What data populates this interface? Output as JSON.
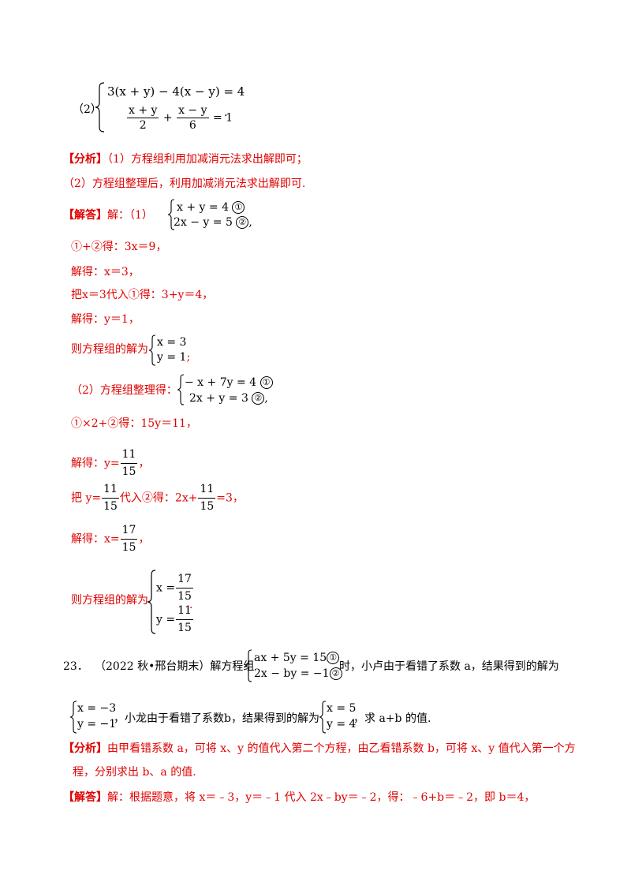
{
  "p2": {
    "label": "（2）",
    "eq1": "3(x + y) − 4(x − y) = 4",
    "f1_num": "x + y",
    "f1_den": "2",
    "plus": "+",
    "f2_num": "x − y",
    "f2_den": "6",
    "eq2_rhs": "= 1",
    "dot": "."
  },
  "analysis": {
    "tag": "【分析】",
    "line1": "（1）方程组利用加减消元法求出解即可；",
    "line2": "（2）方程组整理后，利用加减消元法求出解即可."
  },
  "solution1": {
    "tag": "【解答】",
    "intro": "解：（1）",
    "s_eq1": "x + y = 4",
    "s_eq2": "2x − y = 5",
    "c1": "①",
    "c2": "②",
    "comma": ",",
    "step1": "①+②得：3x＝9，",
    "step2": "解得：x＝3，",
    "step3": "把x＝3代入①得：3+y＝4，",
    "step4": "解得：y＝1，",
    "result_text": "则方程组的解为",
    "r1": "x = 3",
    "r2": "y = 1",
    "semi": ";"
  },
  "solution2": {
    "intro": "（2）方程组整理得：",
    "s_eq1": "− x + 7y = 4",
    "s_eq2": "2x + y = 3",
    "step1": "①×2+②得：15y＝11，",
    "step2_pre": "解得：y=",
    "frac_num": "11",
    "frac_den": "15",
    "step2_post": "，",
    "step3_pre": "把 y=",
    "step3_mid": "代入②得：2x+",
    "step3_post": "=3，",
    "step4_pre": "解得：x=",
    "x_num": "17",
    "x_den": "15",
    "result_text": "则方程组的解为",
    "rx": "x =",
    "ry": "y =",
    "period": "."
  },
  "q23": {
    "num": "23．",
    "source": "（2022 秋•邢台期末）解方程组",
    "eq1": "ax + 5y = 15",
    "eq2": "2x − by = −1",
    "text1": "时，小卢由于看错了系数 a，结果得到的解为",
    "w1": "x = −3",
    "w2": "y = −1",
    "text2": "，小龙由于看错了系数b，结果得到的解为",
    "v1": "x = 5",
    "v2": "y = 4",
    "text3": "，求 a+b 的值."
  },
  "analysis23": {
    "tag": "【分析】",
    "line1": "由甲看错系数 a，可将 x、y 的值代入第二个方程，由乙看错系数 b，可将 x、y 值代入第一个方",
    "line2": "程，分别求出 b、a 的值."
  },
  "solution23": {
    "tag": "【解答】",
    "line1": "解：根据题意，将 x＝﹣3，y＝﹣1 代入 2x﹣by＝﹣2，得：﹣6+b＝﹣2，即 b＝4，"
  }
}
